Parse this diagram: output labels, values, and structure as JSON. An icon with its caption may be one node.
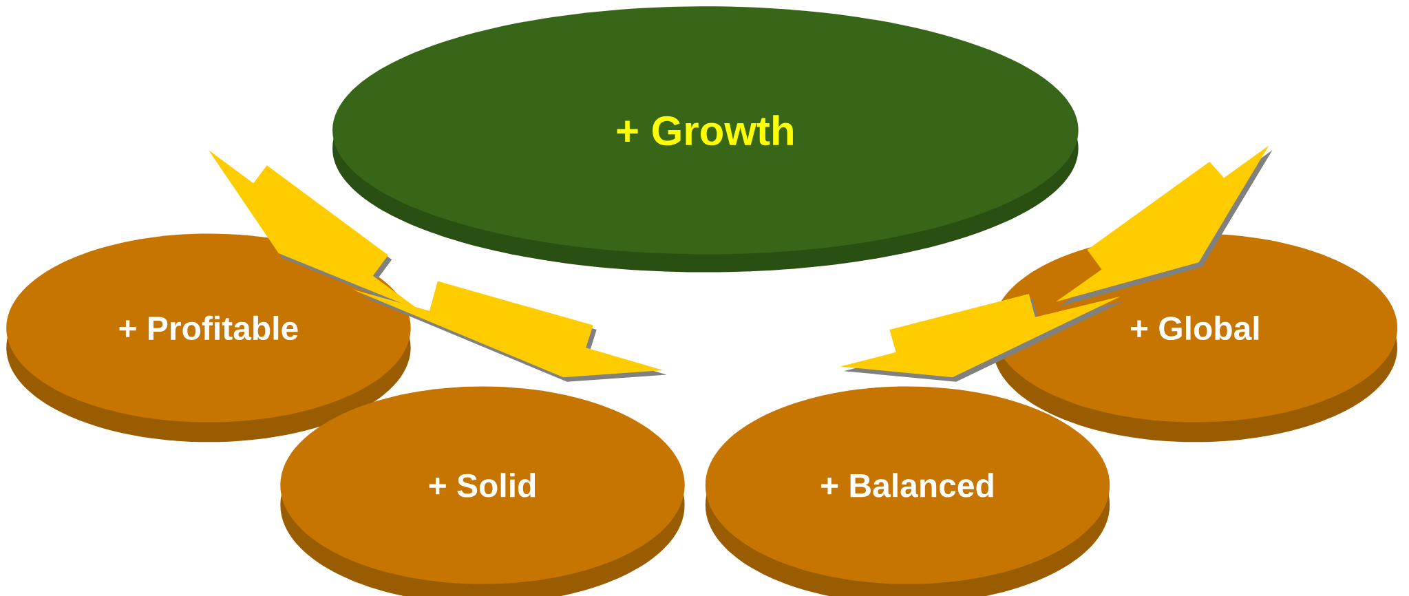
{
  "diagram": {
    "nodes": [
      {
        "text": [
          "+ Growth"
        ]
      },
      {
        "text": [
          "+ Profitable"
        ]
      },
      {
        "text": [
          "+ Global"
        ]
      },
      {
        "text": [
          "+ Solid"
        ]
      },
      {
        "text": [
          "+ Balanced"
        ]
      }
    ],
    "edges": [
      {
        "from": 0,
        "to": 1,
        "arrow": "to"
      },
      {
        "from": 0,
        "to": 3,
        "arrow": "both"
      },
      {
        "from": 0,
        "to": 2,
        "arrow": "to"
      },
      {
        "from": 2,
        "to": 4,
        "arrow": "both"
      }
    ]
  }
}
